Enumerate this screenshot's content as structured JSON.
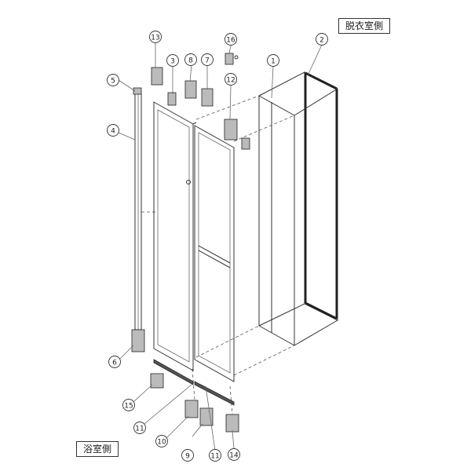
{
  "labels": {
    "dressing_room": "脱衣室側",
    "bathroom": "浴室側"
  },
  "callouts": [
    "1",
    "2",
    "3",
    "4",
    "5",
    "6",
    "7",
    "8",
    "9",
    "10",
    "11",
    "11",
    "12",
    "13",
    "14",
    "15",
    "16"
  ]
}
